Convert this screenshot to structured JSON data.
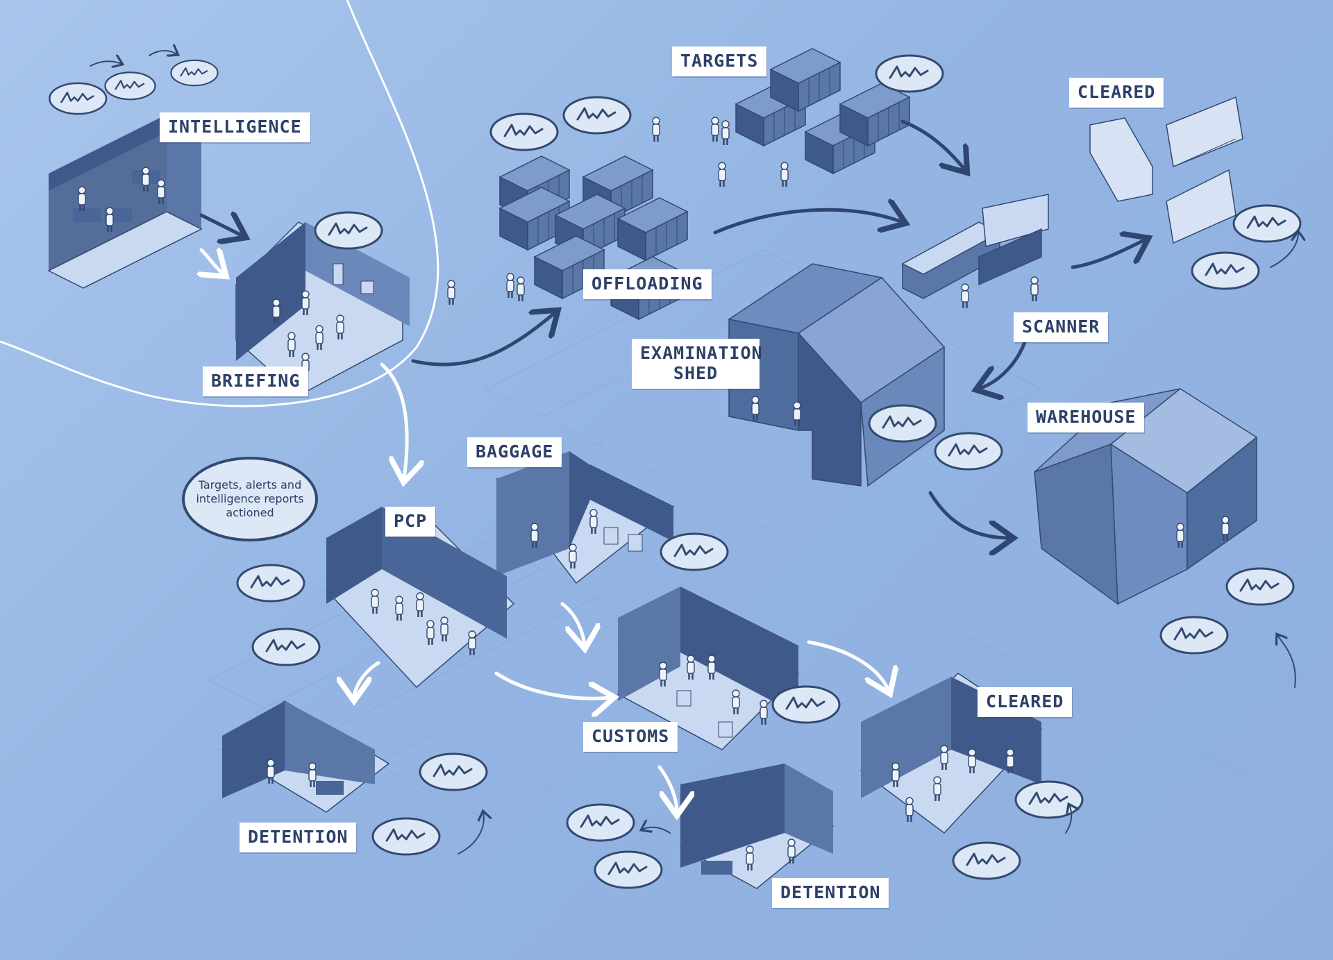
{
  "labels": {
    "intelligence": "INTELLIGENCE",
    "briefing": "BRIEFING",
    "targets": "TARGETS",
    "offloading": "OFFLOADING",
    "cleared_top": "CLEARED",
    "scanner": "SCANNER",
    "examination_shed": "EXAMINATION SHED",
    "warehouse": "WAREHOUSE",
    "baggage": "BAGGAGE",
    "pcp": "PCP",
    "customs": "CUSTOMS",
    "detention_left": "DETENTION",
    "detention_center": "DETENTION",
    "cleared_bottom": "CLEARED"
  },
  "callout": {
    "text": "Targets, alerts and intelligence reports actioned"
  },
  "colors": {
    "background": "#9dbbe6",
    "ink": "#33496f",
    "dark_wall": "#4a6597",
    "light_wall": "#8fa9d6",
    "floor": "#c9d9f1",
    "label_bg": "#ffffff",
    "arrow_white": "#ffffff",
    "arrow_dark": "#2f4670"
  },
  "icons": [
    "speech-bubble-icon",
    "person-icon",
    "container-icon",
    "truck-icon",
    "arrow-icon"
  ]
}
